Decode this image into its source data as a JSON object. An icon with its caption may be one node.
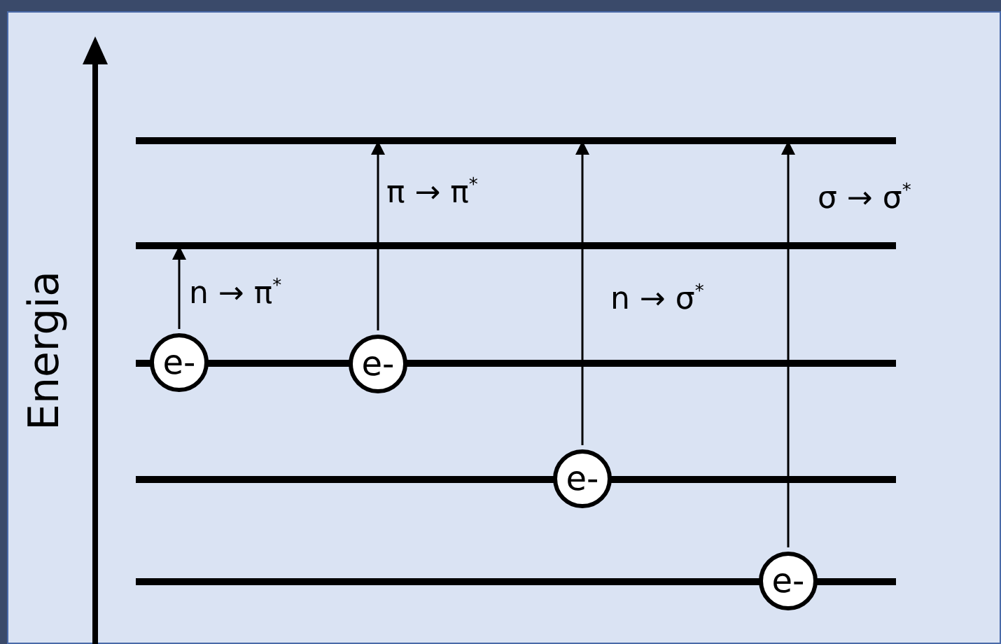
{
  "diagram": {
    "nodes": [
      {
        "text": [],
        "shape": "bar"
      },
      {
        "text": [],
        "shape": "bar"
      },
      {
        "text": [],
        "shape": "bar"
      },
      {
        "text": [],
        "shape": "bar"
      },
      {
        "text": [],
        "shape": "bar"
      },
      {
        "text": [
          "e-"
        ]
      },
      {
        "text": [
          "e-"
        ]
      },
      {
        "text": [
          "e-"
        ]
      },
      {
        "text": [
          "e-"
        ]
      }
    ],
    "edges": [
      {
        "from": 5,
        "to": 1,
        "arrow": "to",
        "label": "n → π$^{*}$"
      },
      {
        "from": 6,
        "to": 0,
        "arrow": "to",
        "label": "π → π$^{*}$"
      },
      {
        "from": 7,
        "to": 0,
        "arrow": "to",
        "label": "n → σ$^{*}$"
      },
      {
        "from": 8,
        "to": 0,
        "arrow": "to",
        "label": "σ → σ$^{*}$"
      }
    ],
    "labels": [
      "Energia"
    ]
  }
}
